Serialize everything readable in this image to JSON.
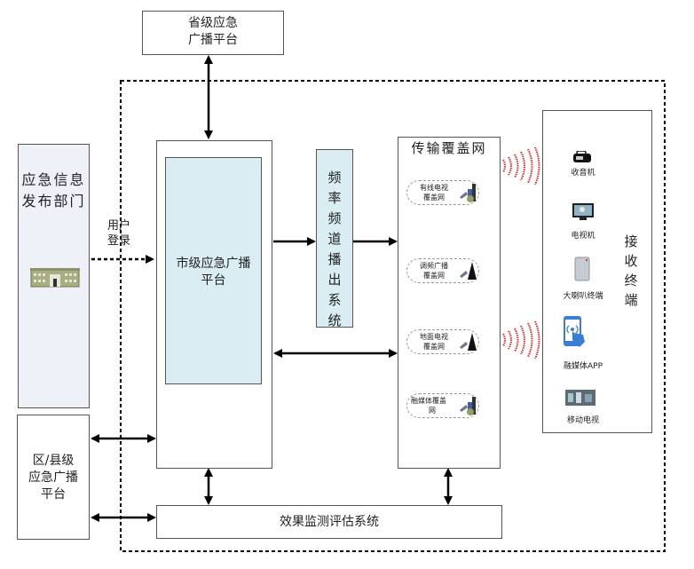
{
  "provincial_platform": {
    "line1": "省级应急",
    "line2": "广播平台"
  },
  "info_dept": {
    "line1": "应急信息",
    "line2": "发布部门",
    "icon": "government-building-icon"
  },
  "user_login": {
    "line1": "用户",
    "line2": "登录"
  },
  "city_platform": {
    "line1": "市级应急广播",
    "line2": "平台"
  },
  "frequency_system": {
    "label": "频率频道播出系统"
  },
  "transmission_network": {
    "title": "传输覆盖网",
    "items": [
      {
        "line1": "有线电视",
        "line2": "覆盖网",
        "icon": "cable-tower-icon"
      },
      {
        "line1": "调频广播",
        "line2": "覆盖网",
        "icon": "fm-antenna-icon"
      },
      {
        "line1": "地面电视",
        "line2": "覆盖网",
        "icon": "terrestrial-antenna-icon"
      },
      {
        "line1": "融媒体覆盖",
        "line2": "网",
        "icon": "media-tower-icon"
      }
    ]
  },
  "receiving_terminals": {
    "title": "接收终端",
    "items": [
      {
        "label": "收音机",
        "icon": "radio-icon"
      },
      {
        "label": "电视机",
        "icon": "tv-icon"
      },
      {
        "label": "大喇叭终端",
        "icon": "speaker-terminal-icon"
      },
      {
        "label": "融媒体APP",
        "icon": "smartphone-app-icon"
      },
      {
        "label": "移动电视",
        "icon": "mobile-tv-icon"
      }
    ]
  },
  "county_platform": {
    "line1": "区/县级",
    "line2": "应急广播",
    "line3": "平台"
  },
  "monitoring_system": {
    "label": "效果监测评估系统"
  },
  "colors": {
    "light_blue_fill": "#daedf3",
    "pale_fill": "#eef2f8",
    "signal_red": "#d42a2a",
    "phone_blue": "#3a7fd5"
  }
}
